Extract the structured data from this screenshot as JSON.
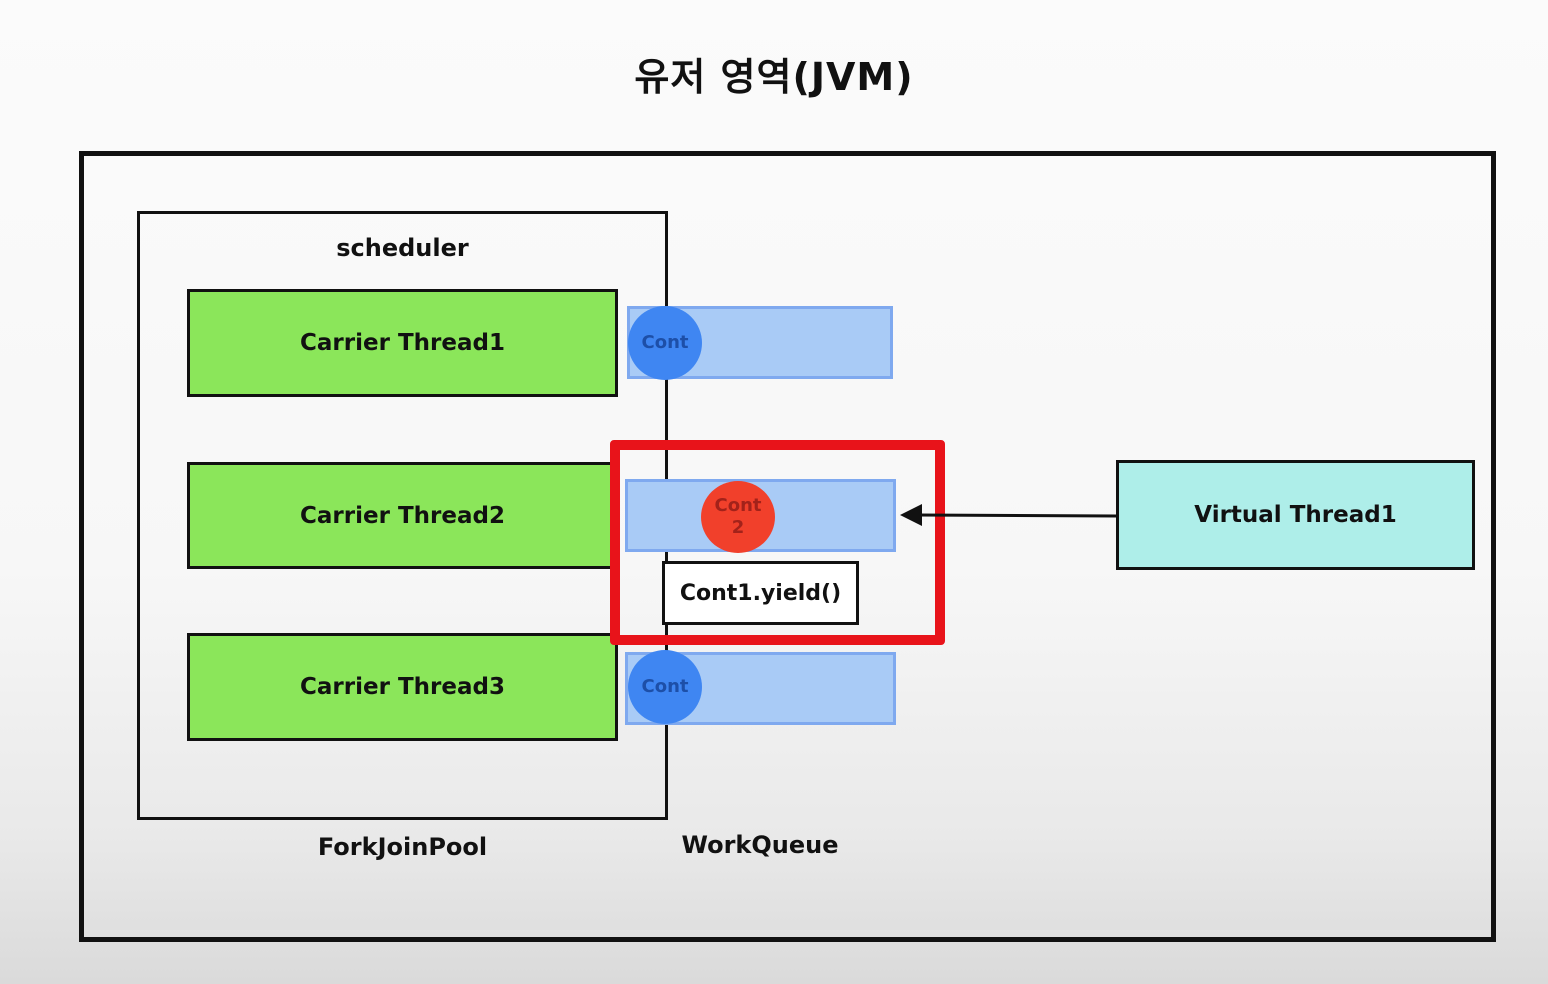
{
  "title": "유저 영역(JVM)",
  "scheduler_label": "scheduler",
  "forkjoinpool_label": "ForkJoinPool",
  "workqueue_label": "WorkQueue",
  "carrier_threads": [
    {
      "label": "Carrier Thread1"
    },
    {
      "label": "Carrier Thread2"
    },
    {
      "label": "Carrier Thread3"
    }
  ],
  "queues": [
    {
      "cont_label": "Cont",
      "cont_color": "#3f86f2"
    },
    {
      "cont_label": "Cont",
      "cont_sub": "2",
      "cont_color": "#f1402b"
    },
    {
      "cont_label": "Cont",
      "cont_color": "#3f86f2"
    }
  ],
  "yield_label": "Cont1.yield()",
  "virtual_thread": {
    "label": "Virtual Thread1"
  },
  "colors": {
    "carrier": "#8be65a",
    "queue": "#a9cbf6",
    "virtual": "#aeeee9",
    "highlight": "#e8131a"
  }
}
